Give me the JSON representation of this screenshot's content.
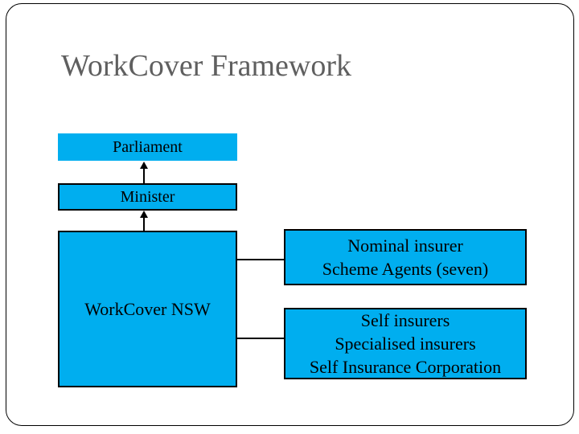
{
  "slide": {
    "title": "WorkCover Framework"
  },
  "diagram": {
    "nodes": [
      {
        "id": "parliament",
        "label": "Parliament"
      },
      {
        "id": "minister",
        "label": "Minister"
      },
      {
        "id": "workcover-nsw",
        "label": "WorkCover NSW"
      },
      {
        "id": "nominal-insurer",
        "lines": [
          "Nominal insurer",
          "Scheme Agents (seven)"
        ]
      },
      {
        "id": "self-insurers",
        "lines": [
          "Self insurers",
          "Specialised insurers",
          "Self Insurance Corporation"
        ]
      }
    ],
    "connections": [
      {
        "from": "minister",
        "to": "parliament",
        "type": "arrow-up"
      },
      {
        "from": "workcover-nsw",
        "to": "minister",
        "type": "arrow-up"
      },
      {
        "from": "workcover-nsw",
        "to": "nominal-insurer",
        "type": "line"
      },
      {
        "from": "workcover-nsw",
        "to": "self-insurers",
        "type": "line"
      }
    ],
    "colors": {
      "box_fill": "#00AEEF",
      "box_border": "#000000",
      "connector": "#000000",
      "title_text": "#5F5F5F",
      "body_text": "#000000",
      "slide_background": "#FFFFFF"
    }
  }
}
